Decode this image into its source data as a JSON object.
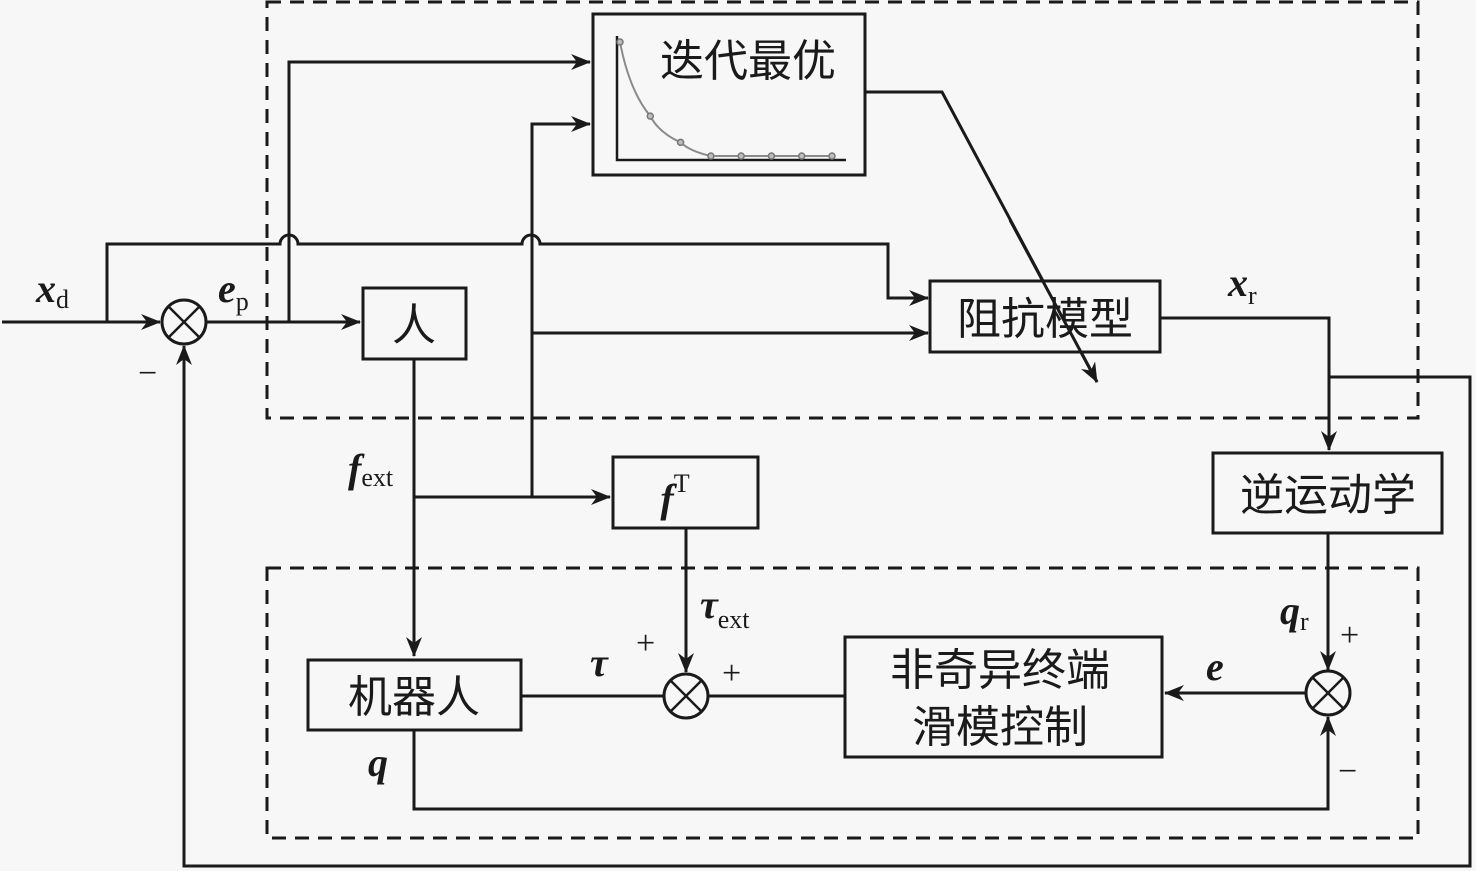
{
  "blocks": {
    "iterative_opt": "迭代最优",
    "human": "人",
    "impedance_model": "阻抗模型",
    "inverse_kinematics": "逆运动学",
    "jacobian_transpose": {
      "base": "f",
      "sup": "T"
    },
    "robot": "机器人",
    "ntsm_line1": "非奇异终端",
    "ntsm_line2": "滑模控制"
  },
  "signals": {
    "x_d": {
      "base": "x",
      "sub": "d"
    },
    "e_p": {
      "base": "e",
      "sub": "p"
    },
    "x_r": {
      "base": "x",
      "sub": "r"
    },
    "f_ext": {
      "base": "f",
      "sub": "ext"
    },
    "tau_ext": {
      "base": "τ",
      "sub": "ext"
    },
    "tau": "τ",
    "q": "q",
    "q_r": {
      "base": "q",
      "sub": "r"
    },
    "e": "e"
  },
  "signs": {
    "sum1_bottom": "−",
    "sum2_top": "+",
    "sum2_right": "+",
    "sum3_top": "+",
    "sum3_bottom": "−"
  },
  "mini_plot": {
    "description": "convergence curve icon",
    "points": [
      1.0,
      0.35,
      0.12,
      0.0,
      0.0,
      0.0,
      0.0,
      0.0
    ]
  },
  "regions": [
    {
      "name": "outer-impedance-loop",
      "style": "dashed"
    },
    {
      "name": "inner-control-loop",
      "style": "dashed"
    }
  ]
}
